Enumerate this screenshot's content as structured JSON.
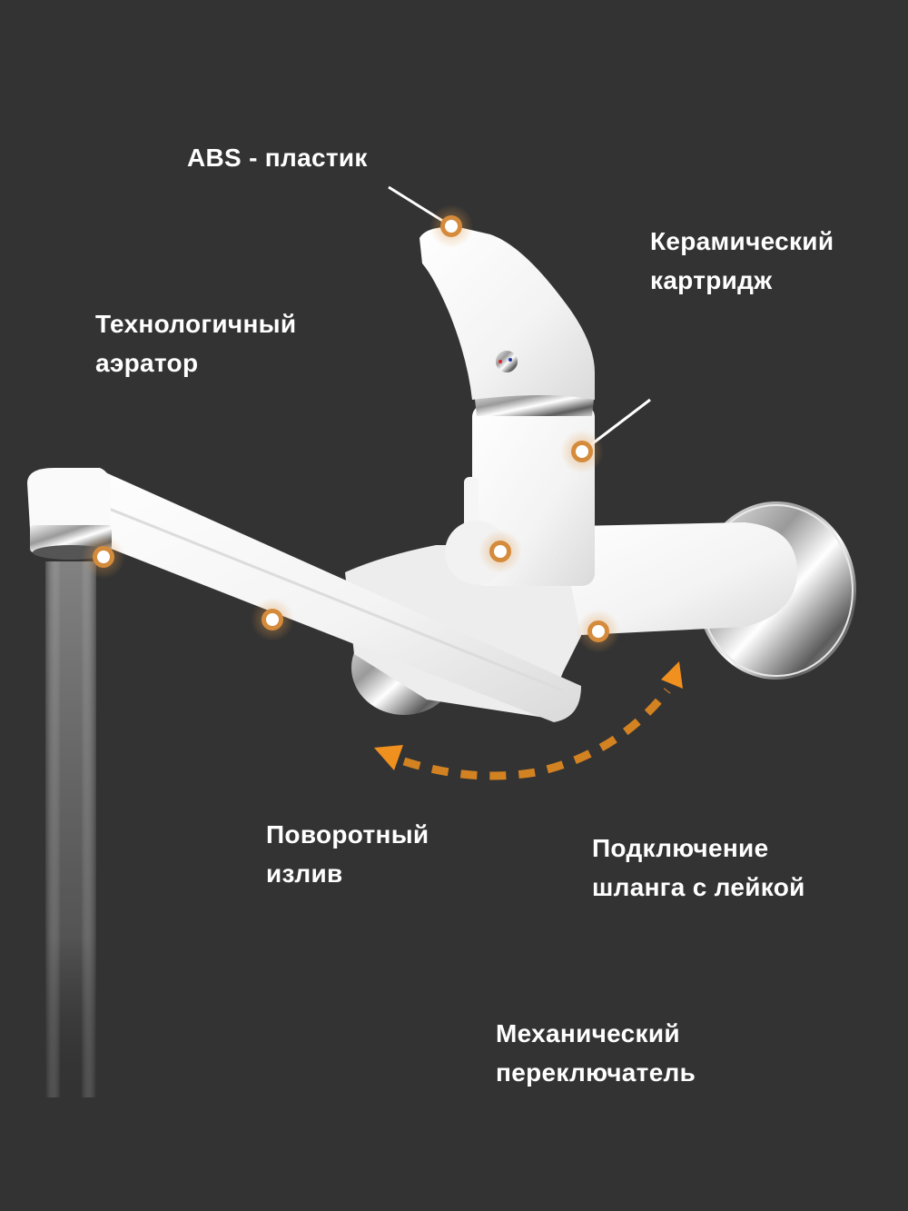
{
  "colors": {
    "background": "#333333",
    "accent": "#d58b3c",
    "arrow": "#f0901f",
    "label_text": "#ffffff",
    "body": "#f4f4f4"
  },
  "callouts": [
    {
      "id": "abs",
      "lines": [
        "ABS - пластик"
      ]
    },
    {
      "id": "cartridge",
      "lines": [
        "Керамический",
        "картридж"
      ]
    },
    {
      "id": "aerator",
      "lines": [
        "Технологичный",
        "аэратор"
      ]
    },
    {
      "id": "spout",
      "lines": [
        "Поворотный",
        "излив"
      ]
    },
    {
      "id": "hose",
      "lines": [
        "Подключение",
        "шланга с лейкой"
      ]
    },
    {
      "id": "switch",
      "lines": [
        "Механический",
        "переключатель"
      ]
    }
  ],
  "icons": {
    "rotation": "curved-dashed-double-arrow-icon",
    "hot_cold": "hot-cold-indicator-icon"
  }
}
